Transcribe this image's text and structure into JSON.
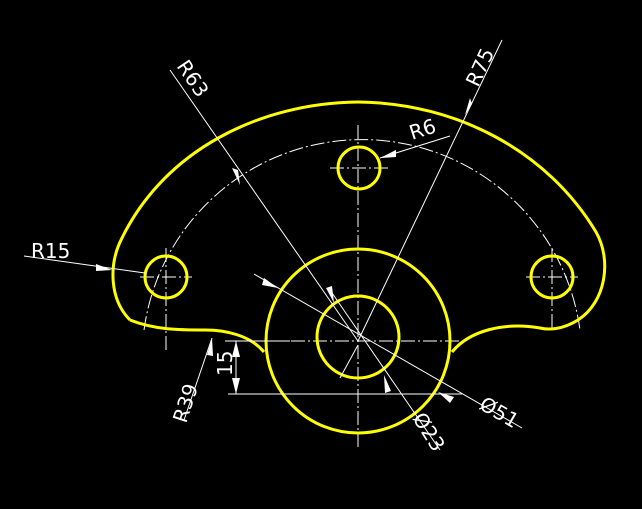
{
  "colors": {
    "background": "#000000",
    "outline": "#ffff00",
    "dimension": "#ffffff"
  },
  "dimensions": {
    "r63": "R63",
    "r75": "R75",
    "r6": "R6",
    "r15": "R15",
    "r39": "R39",
    "offset_15": "15",
    "dia51": "Ø51",
    "dia23": "Ø23"
  }
}
